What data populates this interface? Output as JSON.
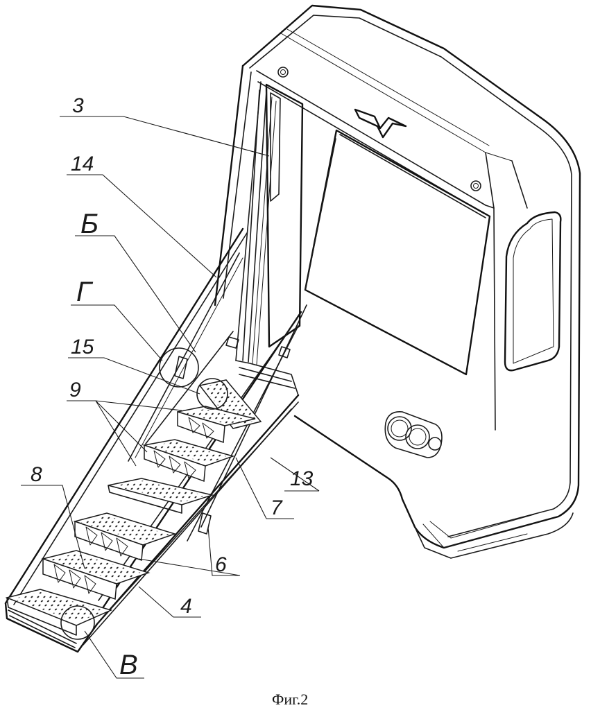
{
  "figure": {
    "caption": "Фиг.2"
  },
  "callouts": [
    {
      "id": "3",
      "label": "3"
    },
    {
      "id": "14",
      "label": "14"
    },
    {
      "id": "b",
      "label": "Б"
    },
    {
      "id": "g",
      "label": "Г"
    },
    {
      "id": "15",
      "label": "15"
    },
    {
      "id": "9",
      "label": "9"
    },
    {
      "id": "8",
      "label": "8"
    },
    {
      "id": "13",
      "label": "13"
    },
    {
      "id": "7",
      "label": "7"
    },
    {
      "id": "6",
      "label": "6"
    },
    {
      "id": "4",
      "label": "4"
    },
    {
      "id": "v",
      "label": "В"
    }
  ]
}
